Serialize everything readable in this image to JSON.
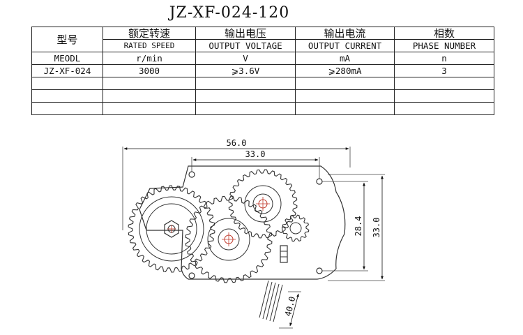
{
  "title": "JZ-XF-024-120",
  "table": {
    "headers_cn": [
      "型号",
      "额定转速",
      "输出电压",
      "输出电流",
      "相数"
    ],
    "headers_en": [
      "RATED SPEED",
      "OUTPUT VOLTAGE",
      "OUTPUT CURRENT",
      "PHASE NUMBER"
    ],
    "units_row": [
      "MEODL",
      "r/min",
      "V",
      "mA",
      "n"
    ],
    "data_row": [
      "JZ-XF-024",
      "3000",
      "⩾3.6V",
      "⩾280mA",
      "3"
    ],
    "empty_rows": 3
  },
  "dimensions": {
    "overall_width": "56.0",
    "hole_spacing": "33.0",
    "height_inner": "28.4",
    "height_outer": "33.0",
    "wire_length": "40.0"
  }
}
